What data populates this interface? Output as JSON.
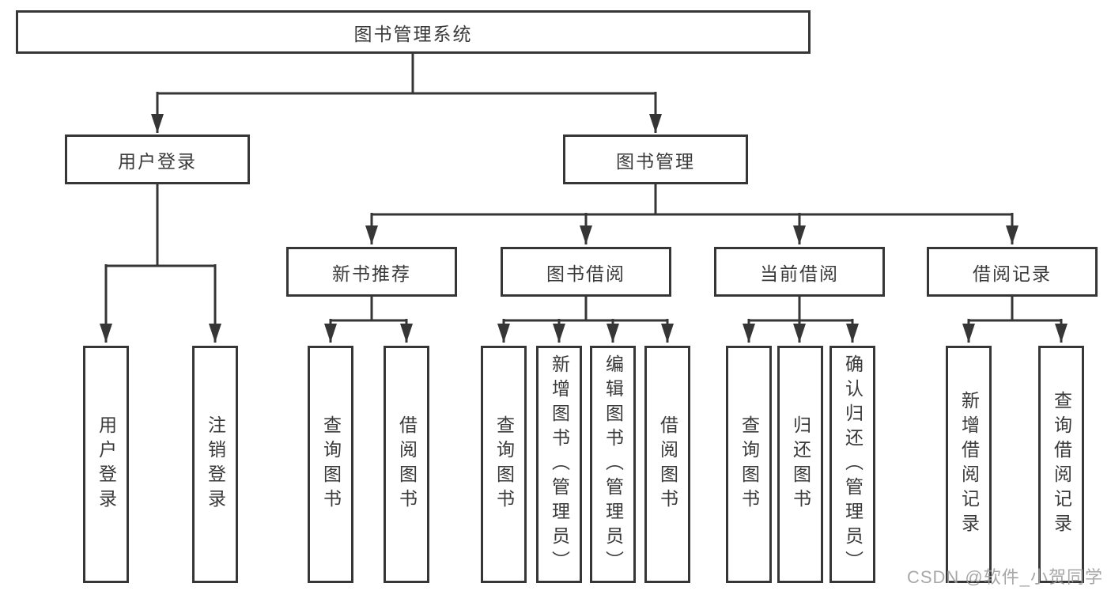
{
  "diagram_title": "图书管理系统",
  "tree": {
    "root": {
      "label": "图书管理系统",
      "children": [
        {
          "label": "用户登录",
          "children": [
            {
              "label": "用户登录"
            },
            {
              "label": "注销登录"
            }
          ]
        },
        {
          "label": "图书管理",
          "children": [
            {
              "label": "新书推荐",
              "children": [
                {
                  "label": "查询图书"
                },
                {
                  "label": "借阅图书"
                }
              ]
            },
            {
              "label": "图书借阅",
              "children": [
                {
                  "label": "查询图书"
                },
                {
                  "label": "新增图书（管理员）"
                },
                {
                  "label": "编辑图书（管理员）"
                },
                {
                  "label": "借阅图书"
                }
              ]
            },
            {
              "label": "当前借阅",
              "children": [
                {
                  "label": "查询图书"
                },
                {
                  "label": "归还图书"
                },
                {
                  "label": "确认归还（管理员）"
                }
              ]
            },
            {
              "label": "借阅记录",
              "children": [
                {
                  "label": "新增借阅记录"
                },
                {
                  "label": "查询借阅记录"
                }
              ]
            }
          ]
        }
      ]
    }
  },
  "watermark": {
    "text": "CSDN @软件_小贺同学",
    "color": "#9e9e9e"
  },
  "colors": {
    "line": "#363636",
    "box_border": "#363636",
    "text": "#3a3a3a",
    "background": "#ffffff"
  }
}
